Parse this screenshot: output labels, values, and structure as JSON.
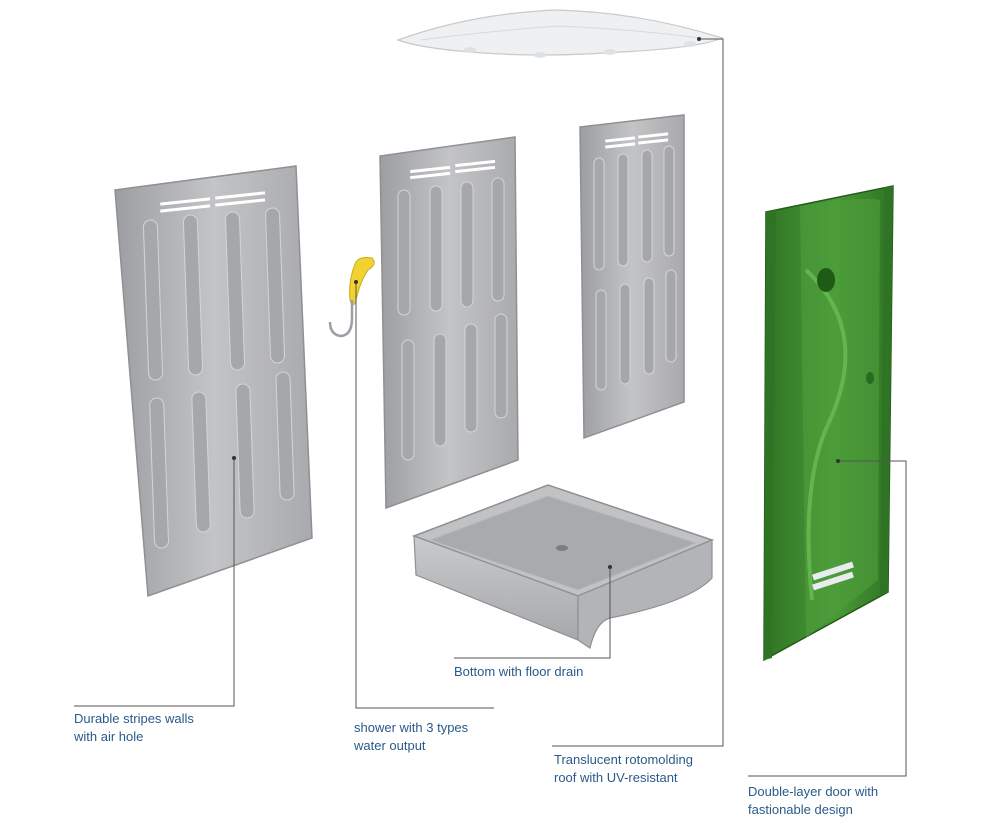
{
  "colors": {
    "label_text": "#2a5a8a",
    "leader_line": "#555555",
    "wall_panel": "#b9babc",
    "wall_edge": "#8f9093",
    "roof": "#eef0f2",
    "door": "#3f8e2f",
    "door_dark": "#2f7424",
    "shower_head": "#f2d230",
    "hook": "#9aa0a6"
  },
  "callouts": {
    "walls": {
      "line1": "Durable stripes walls",
      "line2": "with air hole"
    },
    "shower": {
      "line1": "shower with 3 types",
      "line2": "water output"
    },
    "bottom": {
      "line1": "Bottom with floor drain"
    },
    "roof": {
      "line1": "Translucent rotomolding",
      "line2": "roof with UV-resistant"
    },
    "door": {
      "line1": "Double-layer door with",
      "line2": "fastionable design"
    }
  }
}
